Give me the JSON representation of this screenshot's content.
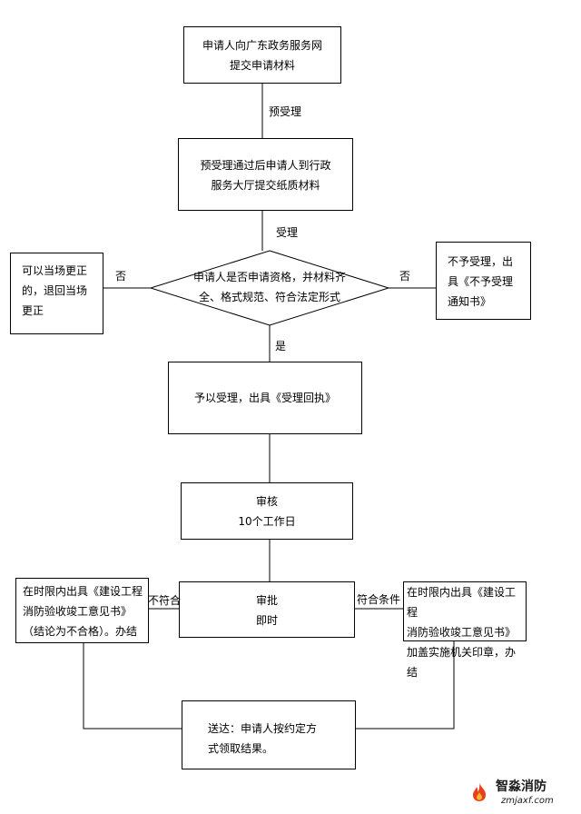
{
  "steps": {
    "submit": [
      "申请人向广东政务服务网",
      "提交申请材料"
    ],
    "pre_accept_label": "预受理",
    "paper": [
      "预受理通过后申请人到行政",
      "服务大厅提交纸质材料"
    ],
    "accept_label": "受理",
    "decision": [
      "申请人是否申请资格，并材料齐",
      "全、格式规范、符合法定形式"
    ],
    "left_no_label": "否",
    "left_box": [
      "可以当场更正",
      "的，退回当场",
      "更正"
    ],
    "right_no_label": "否",
    "right_box": [
      "不予受理，出",
      "具《不予受理",
      "通知书》"
    ],
    "yes_label": "是",
    "receipt": "予以受理，出具《受理回执》",
    "review": [
      "审核",
      "10个工作日"
    ],
    "approve": [
      "审批",
      "即时"
    ],
    "fail_label": "不符合",
    "fail_box": [
      "在时限内出具《建设工程",
      "消防验收竣工意见书》",
      "（结论为不合格）。办结"
    ],
    "pass_label": "符合条件",
    "pass_box": [
      "在时限内出具《建设工程",
      "消防验收竣工意见书》",
      "加盖实施机关印章，办结"
    ],
    "deliver": [
      "送达：申请人按约定方",
      "式领取结果。"
    ]
  },
  "watermark": {
    "name": "智淼消防",
    "url": "zmjaxf.com",
    "icon": "flame-logo-icon",
    "color": "#e8401c"
  }
}
